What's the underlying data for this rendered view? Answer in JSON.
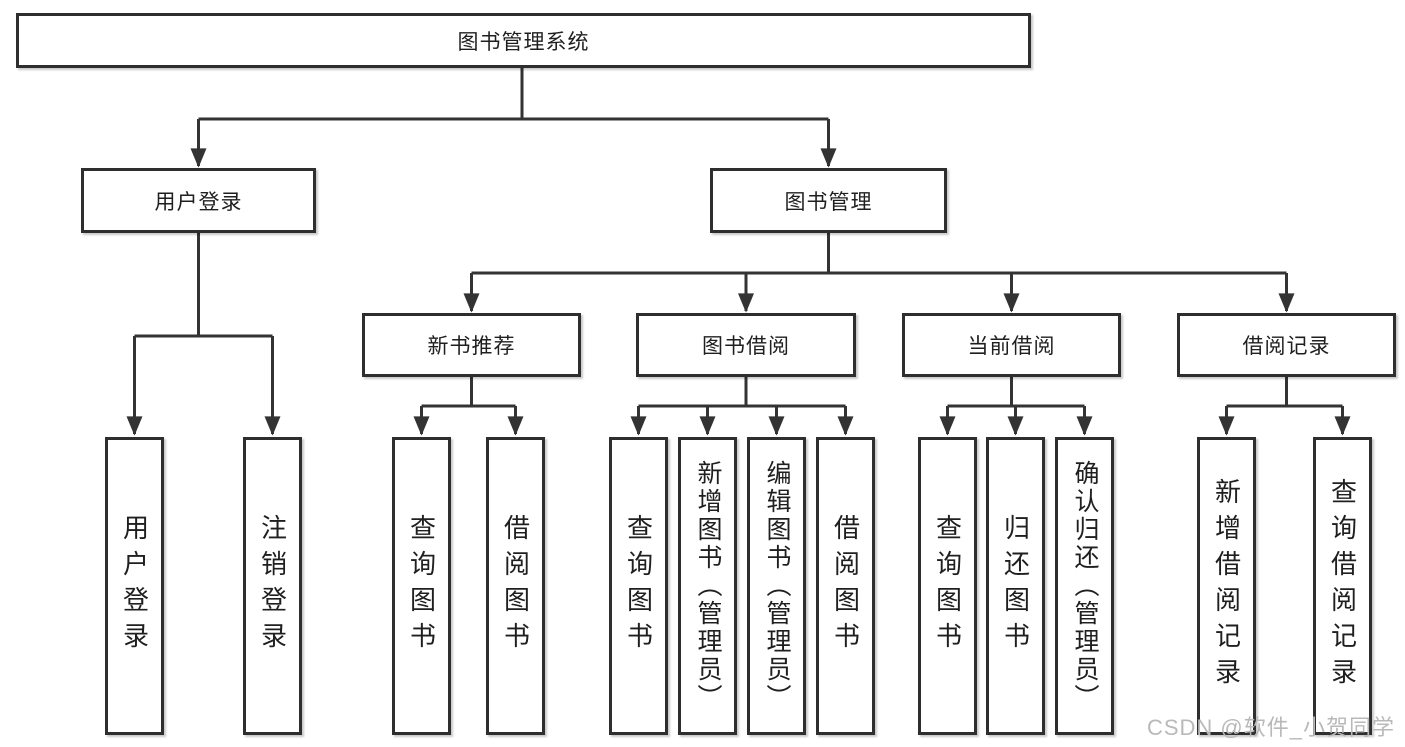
{
  "diagram": {
    "watermark": "CSDN @软件_小贺同学",
    "colors": {
      "line": "#333333",
      "box_border": "#2e2e2e",
      "text": "#1f1f1f",
      "background": "#ffffff",
      "watermark": "#b9b9b9"
    },
    "tree": {
      "root": "图书管理系统",
      "login": {
        "label": "用户登录",
        "children": [
          "用户登录",
          "注销登录"
        ]
      },
      "mgmt": {
        "label": "图书管理",
        "groups": [
          {
            "label": "新书推荐",
            "children": [
              "查询图书",
              "借阅图书"
            ]
          },
          {
            "label": "图书借阅",
            "children": [
              "查询图书",
              "新增图书（管理员）",
              "编辑图书（管理员）",
              "借阅图书"
            ]
          },
          {
            "label": "当前借阅",
            "children": [
              "查询图书",
              "归还图书",
              "确认归还（管理员）"
            ]
          },
          {
            "label": "借阅记录",
            "children": [
              "新增借阅记录",
              "查询借阅记录"
            ]
          }
        ]
      }
    }
  }
}
